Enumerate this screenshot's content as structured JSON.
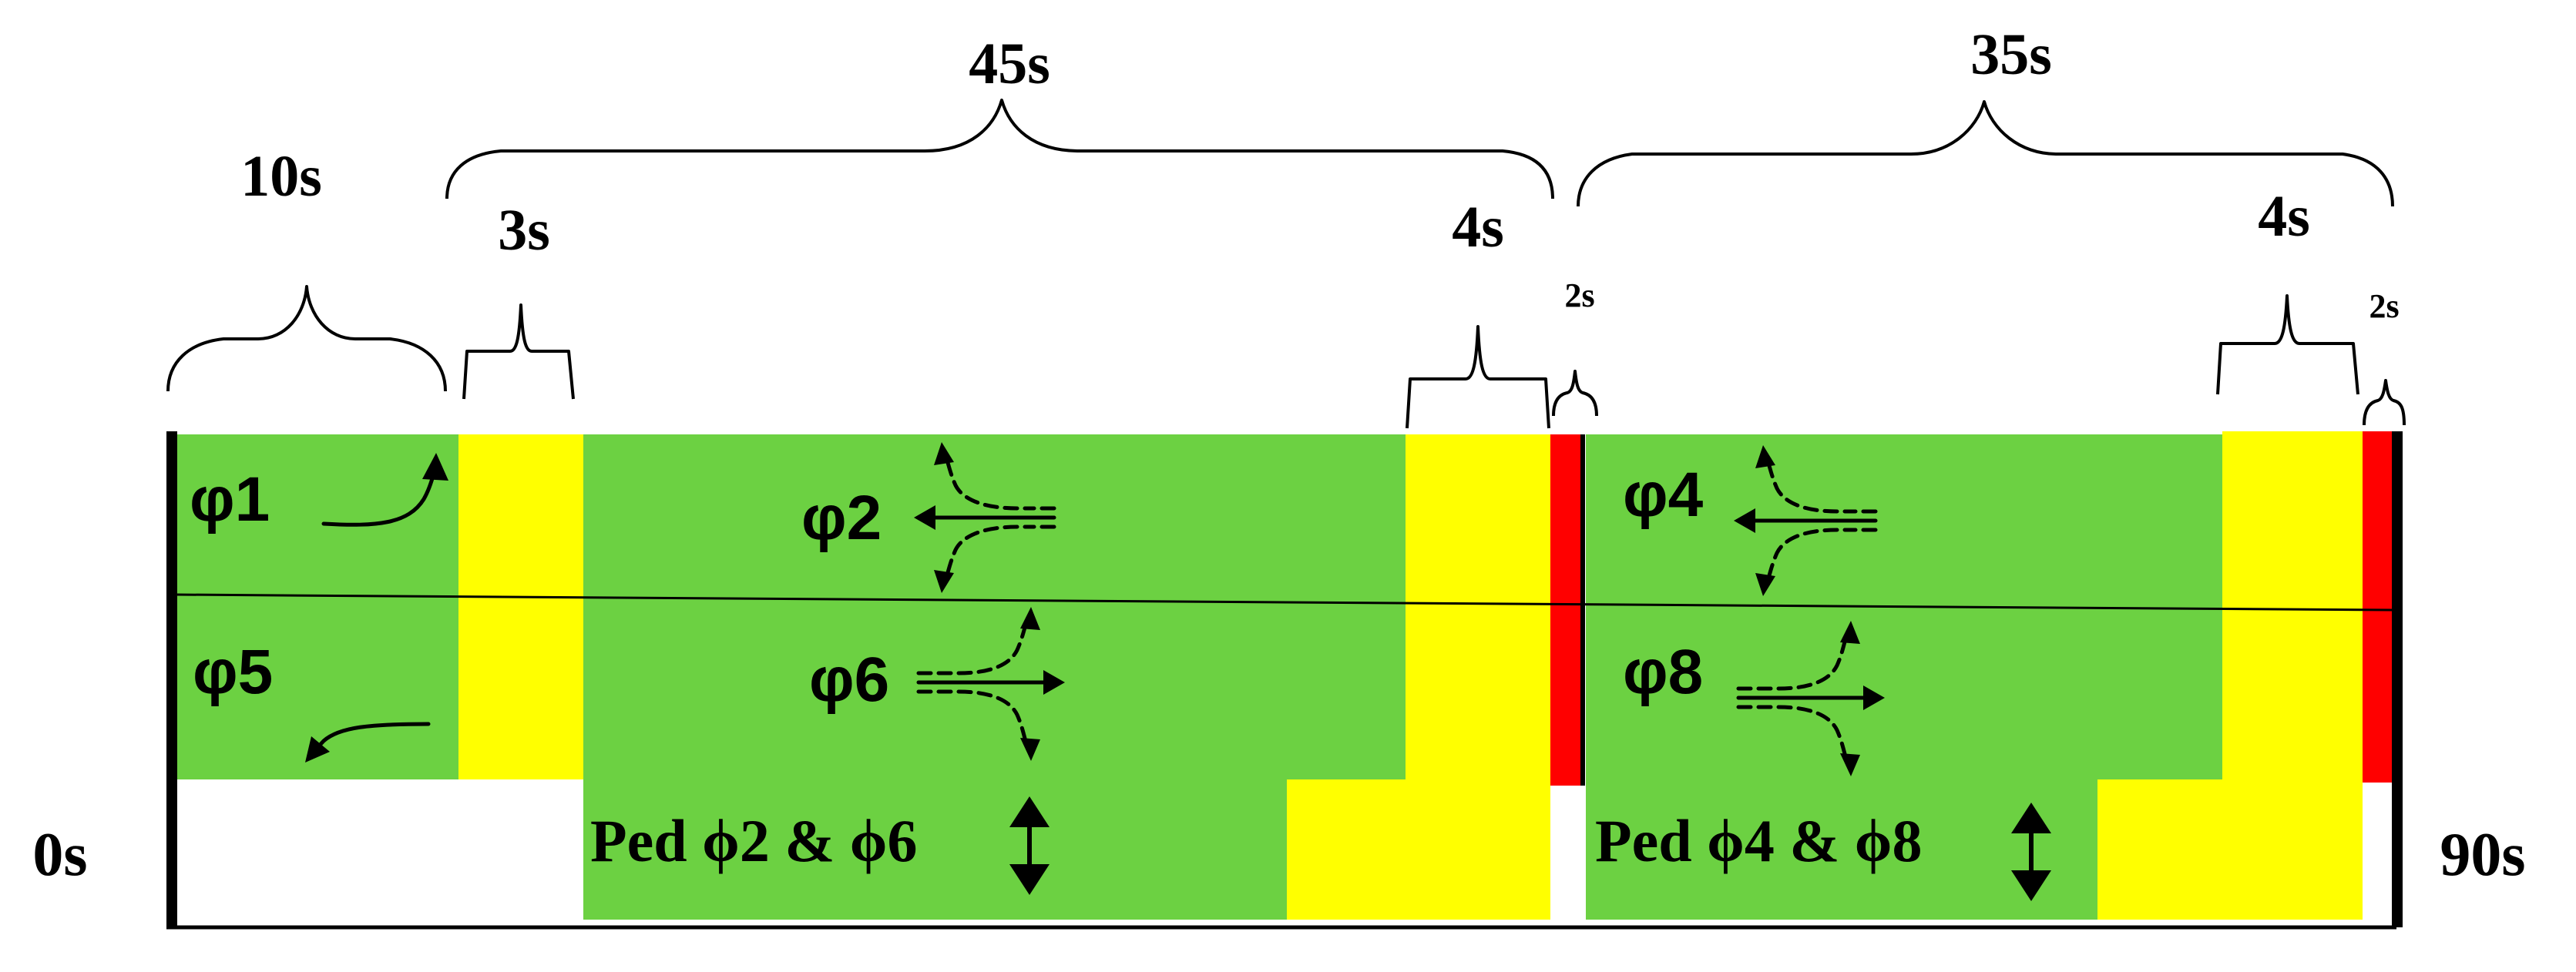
{
  "colors": {
    "green": "#6cd142",
    "yellow": "#ffff00",
    "red": "#ff0000",
    "black": "#000000"
  },
  "time_labels": {
    "start": "0s",
    "end": "90s",
    "phase1_duration": "10s",
    "ring_a_duration": "45s",
    "ring_b_duration": "35s",
    "yellow_after_phase1": "3s",
    "yellow_phase2": "4s",
    "red_phase2": "2s",
    "yellow_phase4": "4s",
    "red_phase4": "2s"
  },
  "phases": {
    "p1": "φ1",
    "p2": "φ2",
    "p4": "φ4",
    "p5": "φ5",
    "p6": "φ6",
    "p8": "φ8"
  },
  "pedestrian": {
    "ped_a": "Ped ϕ2 & ϕ6",
    "ped_b": "Ped ϕ4 & ϕ8"
  },
  "icons": {
    "left_turn_up": "left-turn-arrow-icon",
    "left_turn_down": "left-turn-arrow-icon",
    "westbound_movements": "through-and-turn-arrows-icon",
    "eastbound_movements": "through-and-turn-arrows-icon",
    "pedestrian_crossing": "double-headed-arrow-icon"
  }
}
